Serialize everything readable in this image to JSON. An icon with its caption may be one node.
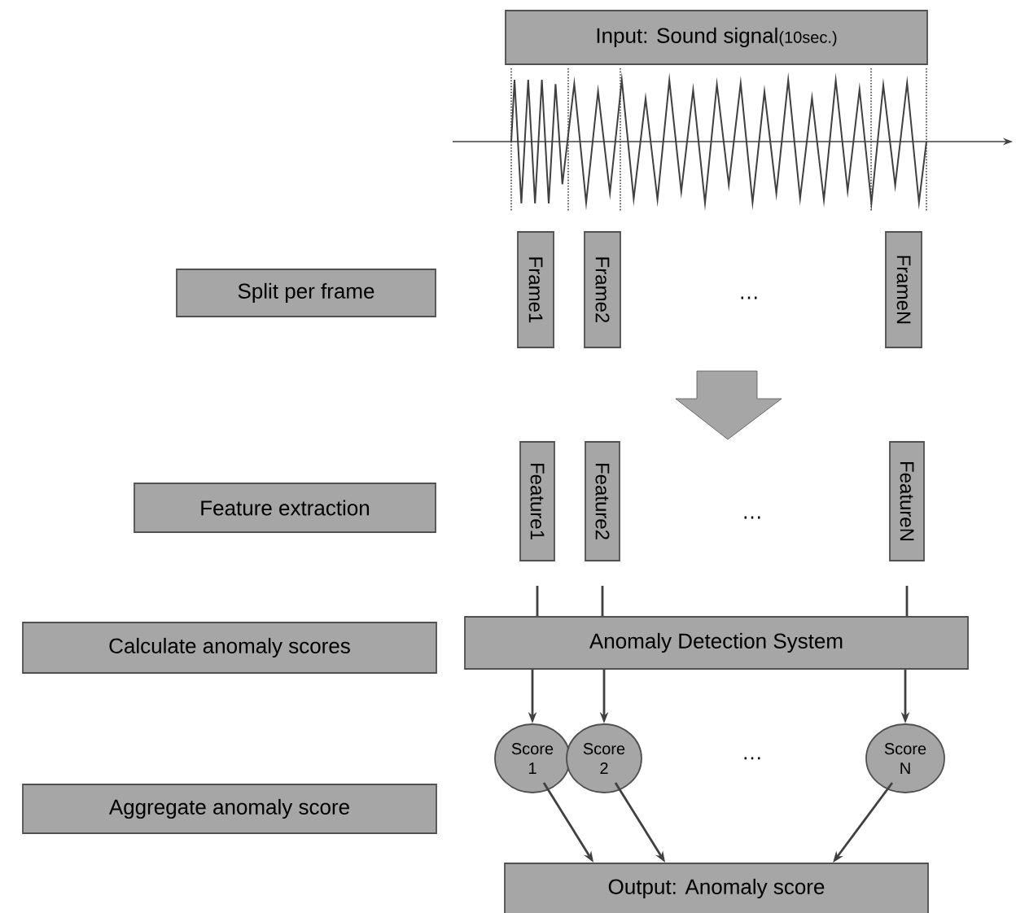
{
  "diagram": {
    "nodes": [
      {
        "text": [
          "Input: Sound signal",
          "(10sec.)"
        ]
      },
      {
        "text": [
          "Split per frame"
        ]
      },
      {
        "text": [
          "Frame1"
        ]
      },
      {
        "text": [
          "Frame2"
        ]
      },
      {
        "text": [
          "FrameN"
        ]
      },
      {
        "text": [
          "Feature extraction"
        ]
      },
      {
        "text": [
          "Feature1"
        ]
      },
      {
        "text": [
          "Feature2"
        ]
      },
      {
        "text": [
          "FeatureN"
        ]
      },
      {
        "text": [
          "Calculate anomaly scores"
        ]
      },
      {
        "text": [
          "Anomaly Detection System"
        ]
      },
      {
        "text": [
          "Aggregate anomaly score"
        ]
      },
      {
        "text": [
          "Score 1"
        ]
      },
      {
        "text": [
          "Score 2"
        ]
      },
      {
        "text": [
          "Score N"
        ]
      },
      {
        "text": [
          "Output: Anomaly score"
        ]
      }
    ],
    "edges": [
      {
        "from": 6,
        "to": 10,
        "arrow": "none"
      },
      {
        "from": 7,
        "to": 10,
        "arrow": "none"
      },
      {
        "from": 8,
        "to": 10,
        "arrow": "none"
      },
      {
        "from": 10,
        "to": 12,
        "arrow": "to"
      },
      {
        "from": 10,
        "to": 13,
        "arrow": "to"
      },
      {
        "from": 10,
        "to": 14,
        "arrow": "to"
      },
      {
        "from": 12,
        "to": 15,
        "arrow": "to"
      },
      {
        "from": 13,
        "to": 15,
        "arrow": "to"
      },
      {
        "from": 14,
        "to": 15,
        "arrow": "to"
      }
    ],
    "labels": [
      "…",
      "…",
      "…"
    ]
  }
}
